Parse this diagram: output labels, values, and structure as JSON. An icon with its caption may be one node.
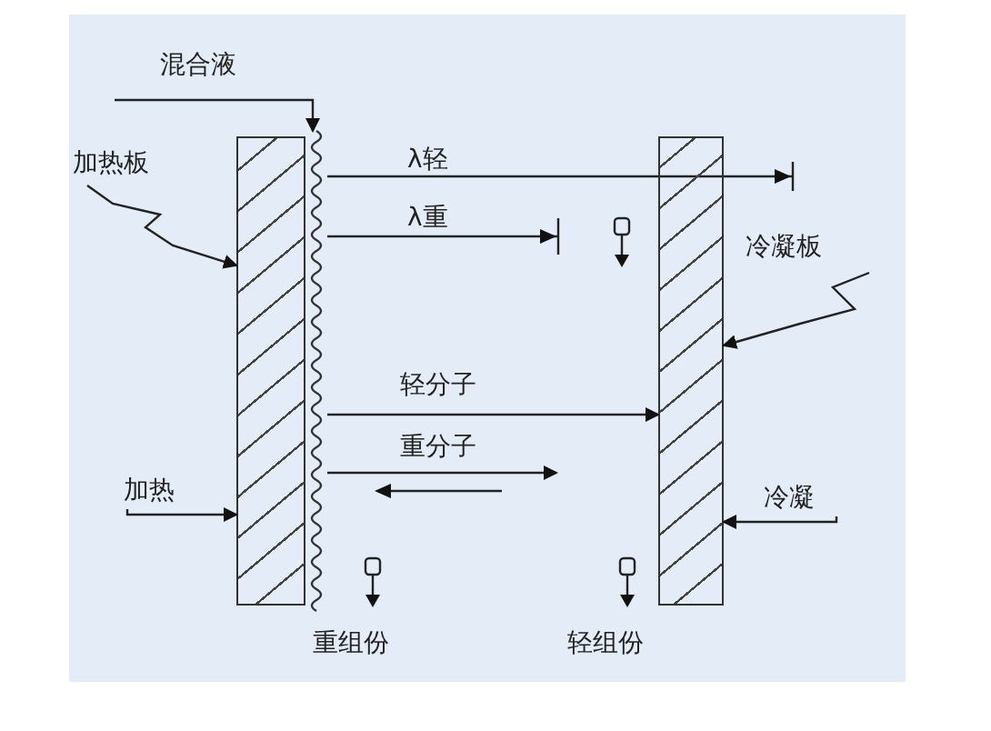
{
  "diagram": {
    "nodes": [
      {
        "text": [],
        "shape": "box"
      },
      {
        "text": [],
        "shape": "box"
      },
      {
        "text": [
          "混合液"
        ]
      },
      {
        "text": [
          "加热板"
        ]
      },
      {
        "text": [
          "冷凝板"
        ]
      },
      {
        "text": [
          "加热"
        ]
      },
      {
        "text": [
          "冷凝"
        ]
      }
    ],
    "edges": [
      {
        "from": 2,
        "to": 0,
        "arrow": "to"
      },
      {
        "from": 3,
        "to": 0,
        "arrow": "to"
      },
      {
        "from": 4,
        "to": 1,
        "arrow": "to"
      },
      {
        "from": 5,
        "to": 0,
        "arrow": "to"
      },
      {
        "from": 6,
        "to": 1,
        "arrow": "to"
      },
      {
        "from": 0,
        "to": 1,
        "arrow": "to",
        "label": "轻分子"
      },
      {
        "from": 0,
        "to": null,
        "arrow": "to",
        "label": "重分子"
      }
    ],
    "labels": [
      "λ轻",
      "λ重",
      "重组份",
      "轻组份"
    ]
  }
}
